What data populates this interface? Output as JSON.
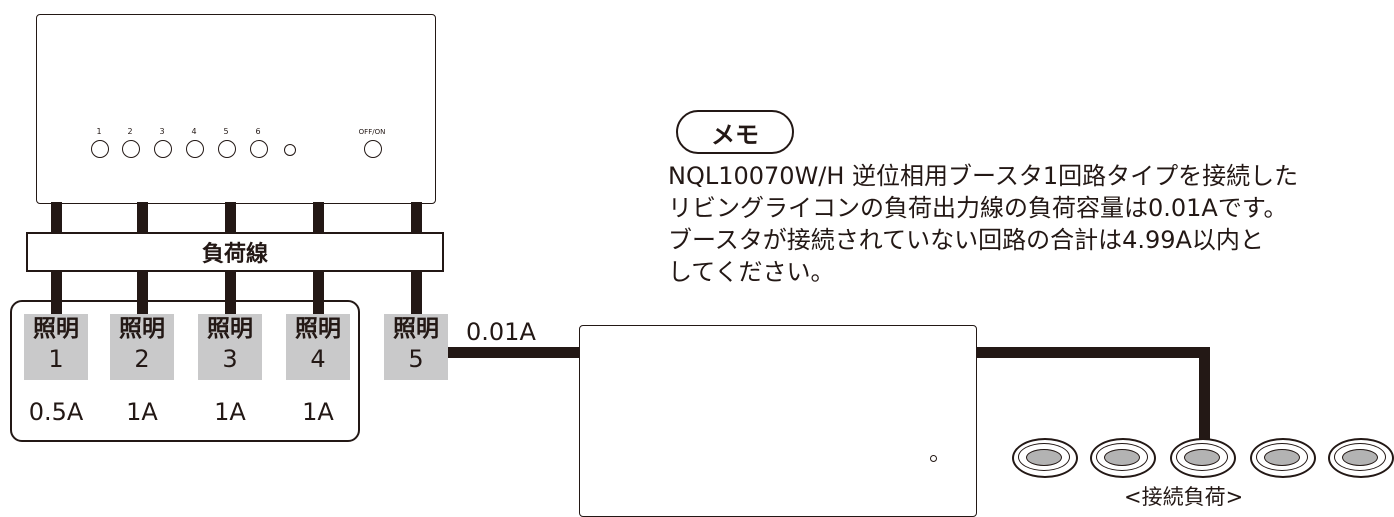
{
  "controller": {
    "buttons": [
      "1",
      "2",
      "3",
      "4",
      "5",
      "6"
    ],
    "off_on_label": "OFF/ON"
  },
  "load_wire_label": "負荷線",
  "lights": [
    {
      "label": "照明",
      "number": "1",
      "current": "0.5A"
    },
    {
      "label": "照明",
      "number": "2",
      "current": "1A"
    },
    {
      "label": "照明",
      "number": "3",
      "current": "1A"
    },
    {
      "label": "照明",
      "number": "4",
      "current": "1A"
    },
    {
      "label": "照明",
      "number": "5",
      "current": ""
    }
  ],
  "booster_current": "0.01A",
  "memo": {
    "title": "メモ",
    "text": "NQL10070W/H 逆位相用ブースタ1回路タイプを接続した\nリビングライコンの負荷出力線の負荷容量は0.01Aです。\nブースタが接続されていない回路の合計は4.99A以内と\nしてください。"
  },
  "connected_load_label": "<接続負荷>",
  "colors": {
    "line": "#231815",
    "light_bg": "#c9c9ca",
    "lamp_inner": "#b3b3b3"
  }
}
